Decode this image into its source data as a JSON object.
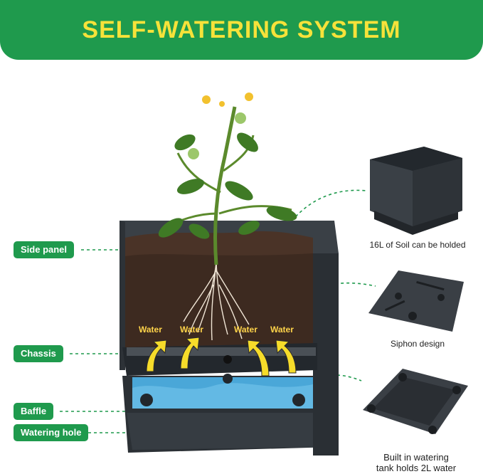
{
  "banner": {
    "title": "SELF-WATERING SYSTEM"
  },
  "labels": {
    "side_panel": "Side panel",
    "chassis": "Chassis",
    "baffle": "Baffle",
    "watering_hole": "Watering hole"
  },
  "water_labels": [
    "Water",
    "Water",
    "Water",
    "Water"
  ],
  "captions": {
    "soil": "16L of Soil can be holded",
    "siphon": "Siphon design",
    "tank_line1": "Built in watering",
    "tank_line2": "tank holds 2L water"
  },
  "colors": {
    "brand_green": "#1f9a4d",
    "title_yellow": "#f6e23a",
    "water_blue": "#4aa7d8",
    "planter_gray": "#2e3338"
  }
}
